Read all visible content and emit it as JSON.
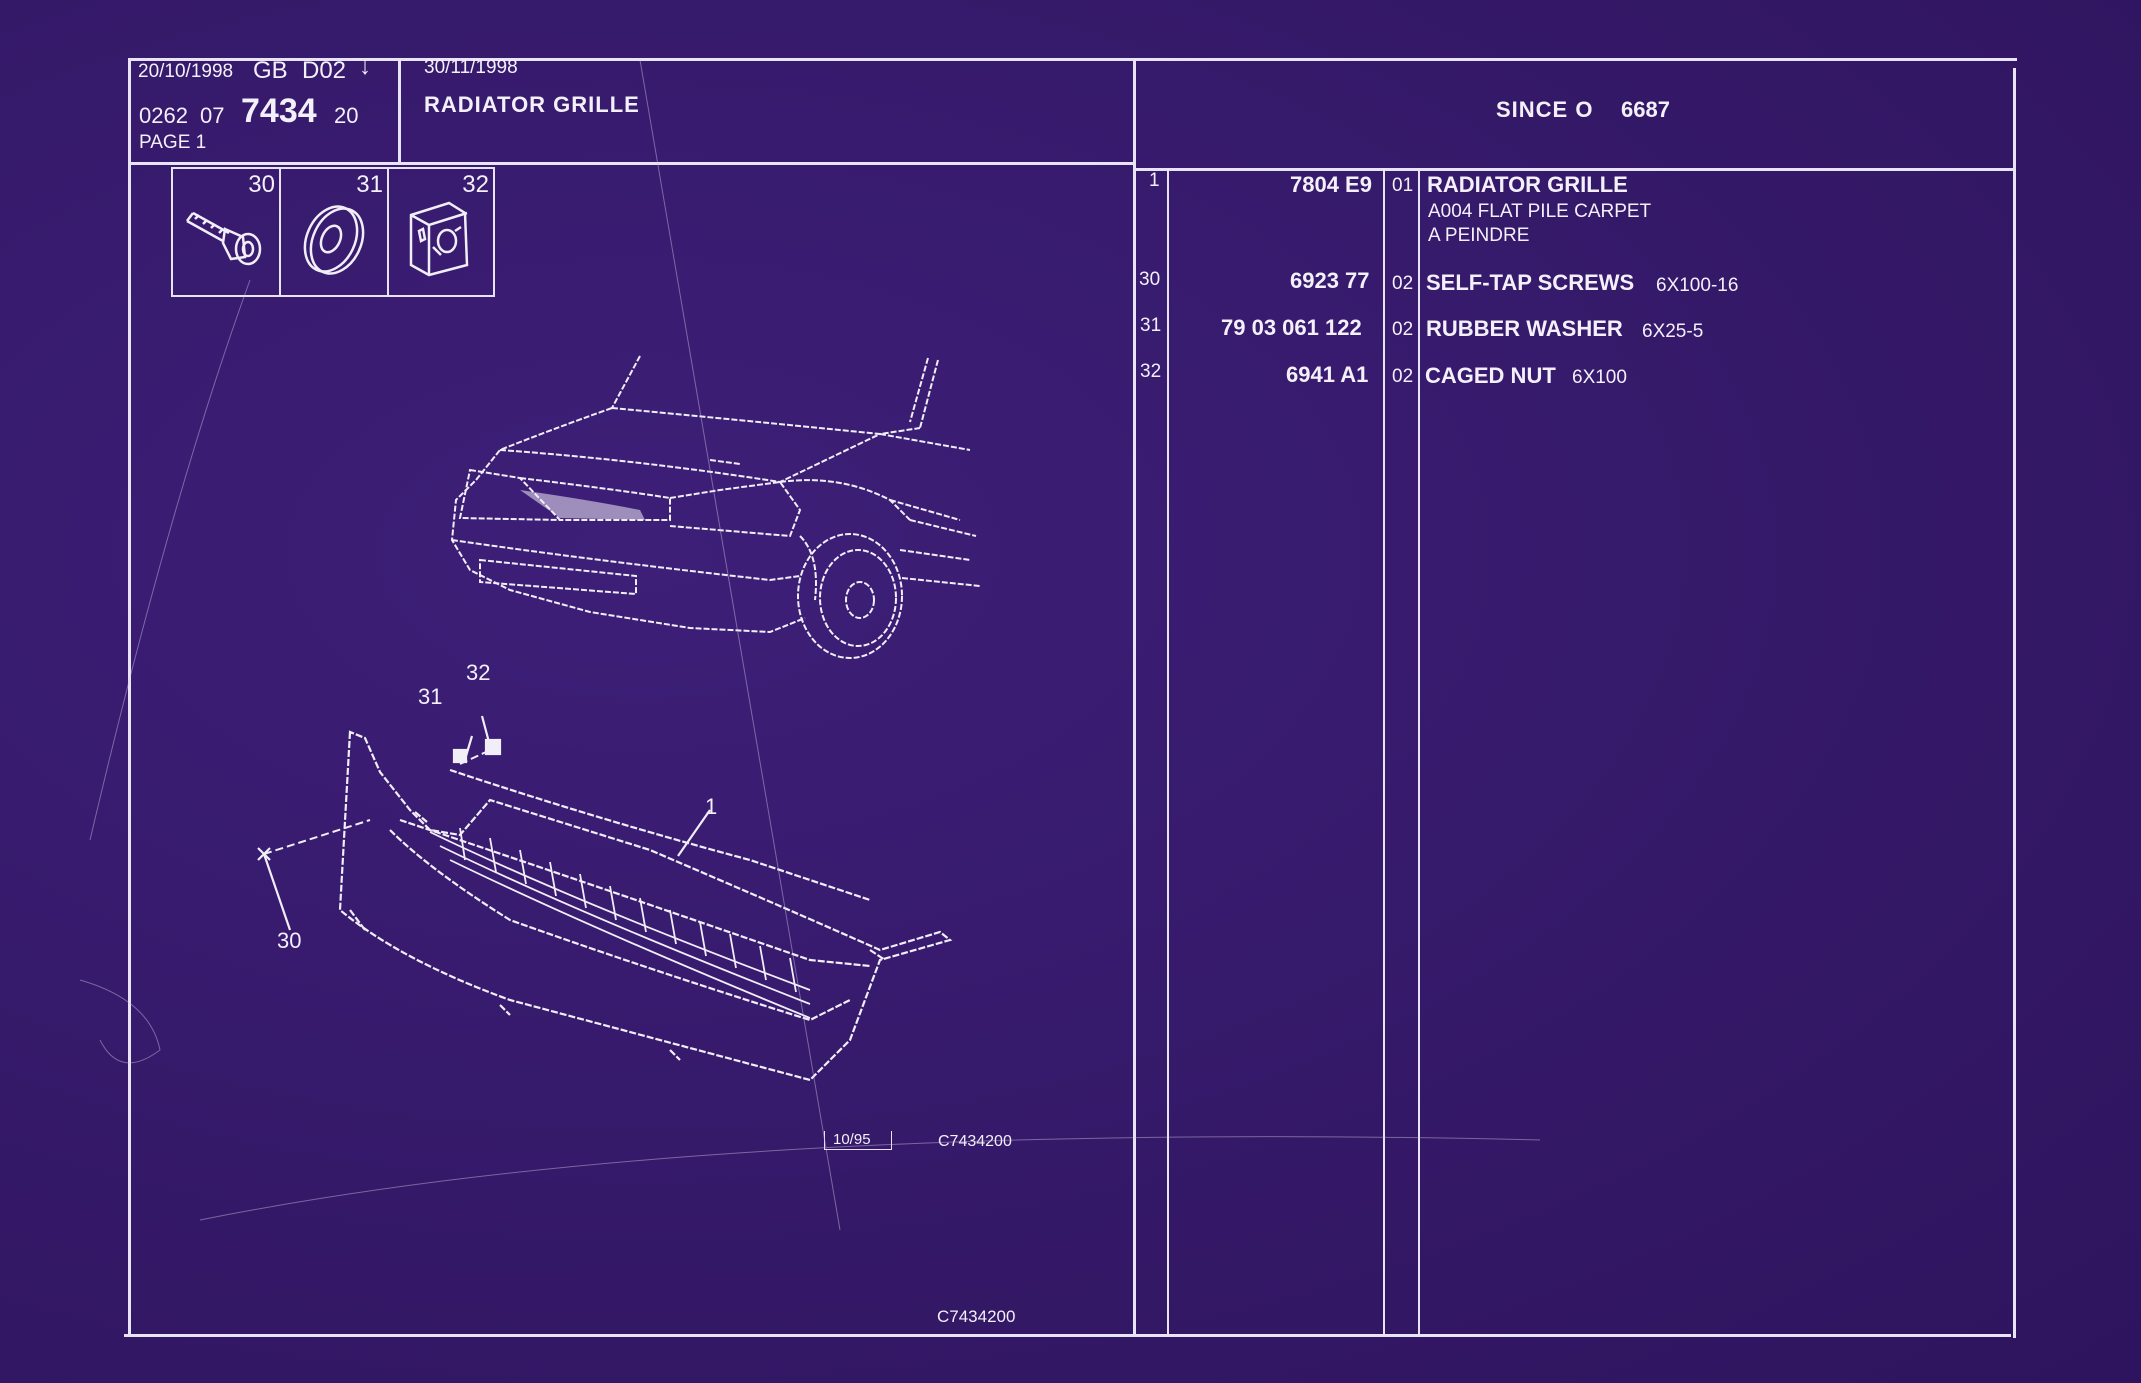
{
  "header": {
    "date": "20/10/1998",
    "lang": "GB",
    "code": "D02",
    "arrow": "↓",
    "date2": "30/11/1998",
    "ref_prefix": "0262",
    "ref_group": "07",
    "ref_main": "7434",
    "ref_suffix": "20",
    "page": "PAGE 1",
    "title": "RADIATOR GRILLE",
    "since": "SINCE O",
    "since_number": "6687"
  },
  "parts_icons": [
    {
      "index": "30",
      "icon": "screw-icon"
    },
    {
      "index": "31",
      "icon": "washer-icon"
    },
    {
      "index": "32",
      "icon": "caged-nut-icon"
    }
  ],
  "diagram": {
    "callouts": [
      "32",
      "31",
      "1",
      "30"
    ],
    "stamp": "10/95",
    "code_small": "C7434200",
    "code_bottom": "C7434200"
  },
  "parts": [
    {
      "index": "1",
      "part_no": "7804 E9",
      "qty": "01",
      "name": "RADIATOR GRILLE",
      "spec": "",
      "notes": [
        "A004 FLAT PILE CARPET",
        "A PEINDRE"
      ]
    },
    {
      "index": "30",
      "part_no": "6923 77",
      "qty": "02",
      "name": "SELF-TAP SCREWS",
      "spec": "6X100-16",
      "notes": []
    },
    {
      "index": "31",
      "part_no": "79 03 061 122",
      "qty": "02",
      "name": "RUBBER WASHER",
      "spec": "6X25-5",
      "notes": []
    },
    {
      "index": "32",
      "part_no": "6941 A1",
      "qty": "02",
      "name": "CAGED NUT",
      "spec": "6X100",
      "notes": []
    }
  ],
  "colors": {
    "background": "#371a6c",
    "ink": "#f1eef8"
  }
}
